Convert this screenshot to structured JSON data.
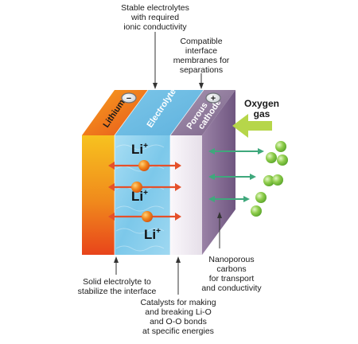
{
  "labels": {
    "electrolyte_top": [
      "Stable electrolytes",
      "with required",
      "ionic conductivity"
    ],
    "membranes": [
      "Compatible",
      "interface",
      "membranes for",
      "separations"
    ],
    "oxygen": [
      "Oxygen",
      "gas"
    ],
    "solid_electrolyte": [
      "Solid electrolyte to",
      "stabilize the interface"
    ],
    "catalysts": [
      "Catalysts for making",
      "and breaking Li-O",
      "and O-O bonds",
      "at specific energies"
    ],
    "nanoporous": [
      "Nanoporous",
      "carbons",
      "for transport",
      "and conductivity"
    ]
  },
  "layers": {
    "lithium": "Lithium",
    "electrolyte": "Electrolyte",
    "cathode": [
      "Porous",
      "cathode"
    ]
  },
  "terminals": {
    "negative": "−",
    "positive": "+"
  },
  "ions": {
    "symbol": "Li",
    "charge": "+"
  },
  "colors": {
    "lithium_top": "#f6a21c",
    "lithium_bottom": "#e8441b",
    "electrolyte": "#8ed0ee",
    "cathode_front": "#f2eef3",
    "cathode_side": "#8a6d96",
    "arrow_red": "#e5502a",
    "arrow_green": "#3fa87c",
    "oxygen_green": "#7cc242",
    "oxygen_arrow": "#b6d64a"
  }
}
